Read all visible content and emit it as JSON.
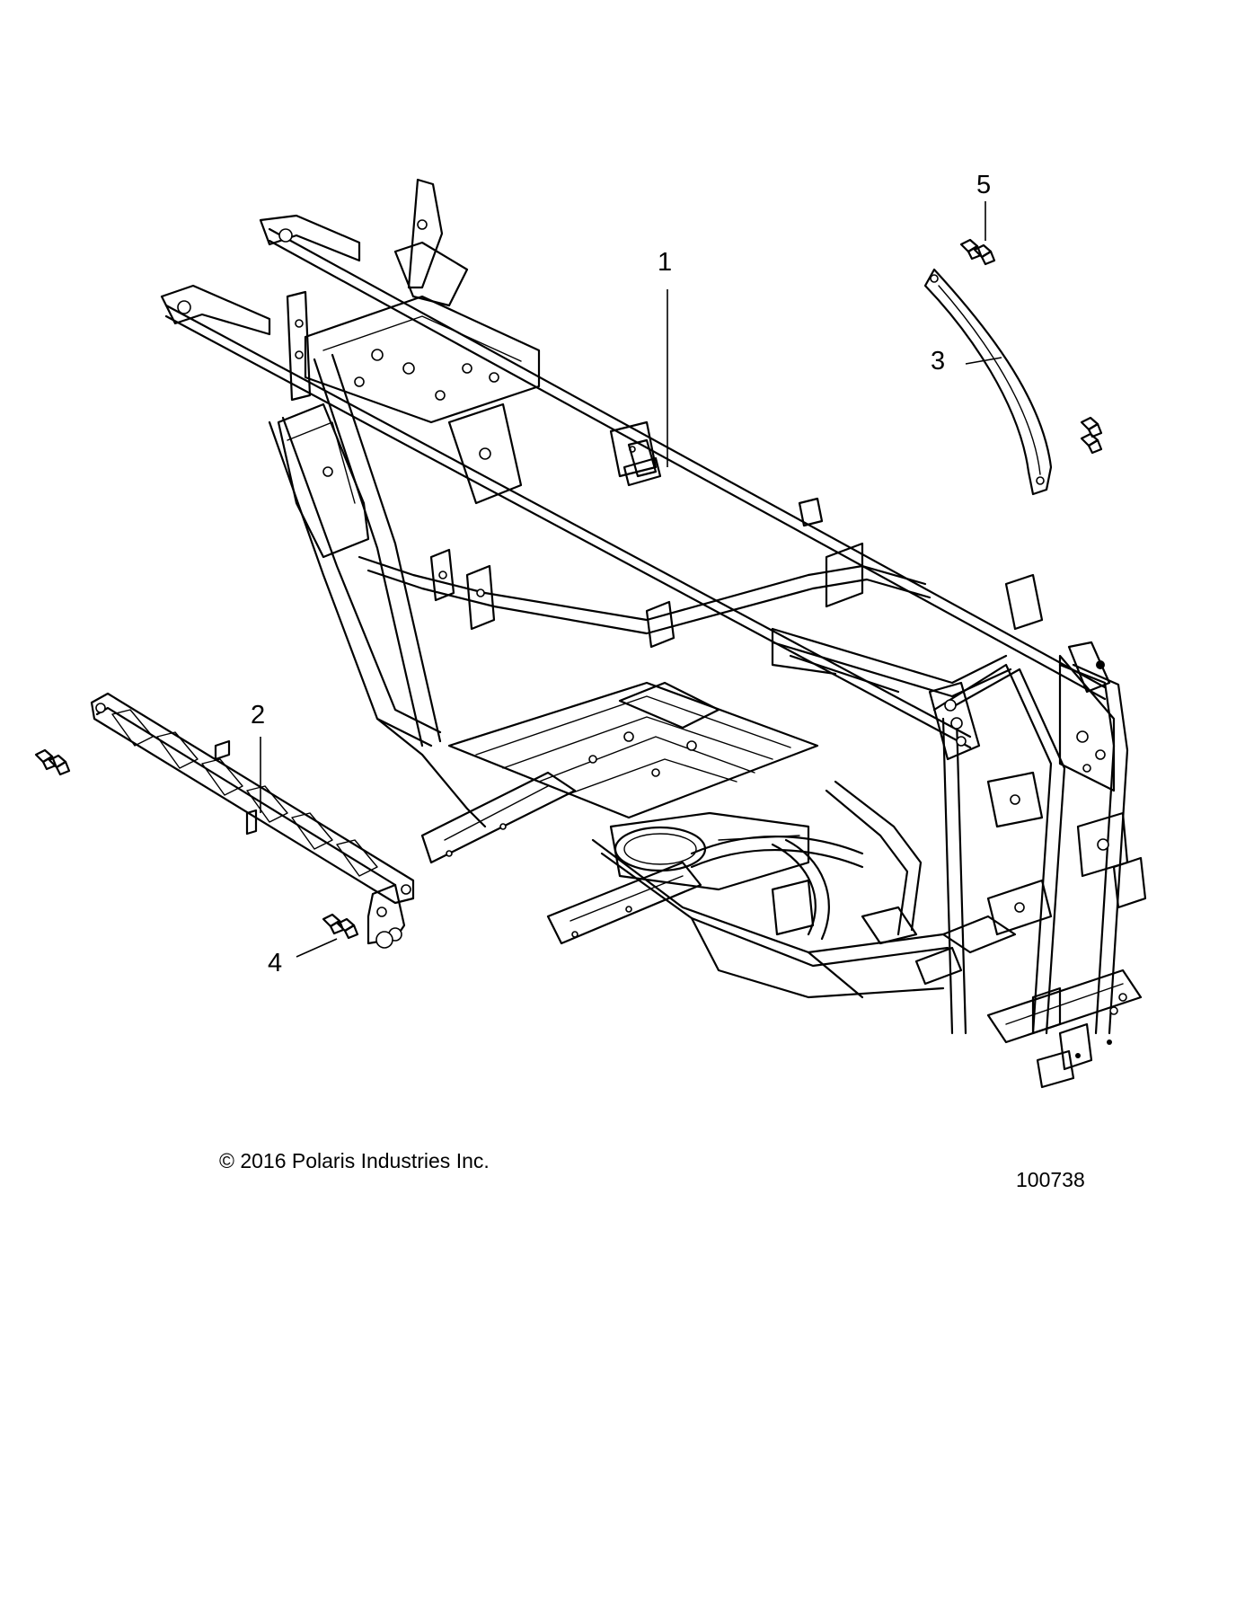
{
  "callouts": [
    {
      "id": "1",
      "label": "1"
    },
    {
      "id": "2",
      "label": "2"
    },
    {
      "id": "3",
      "label": "3"
    },
    {
      "id": "4",
      "label": "4"
    },
    {
      "id": "5",
      "label": "5"
    }
  ],
  "footer": {
    "copyright": "© 2016 Polaris Industries Inc.",
    "figure_number": "100738"
  }
}
